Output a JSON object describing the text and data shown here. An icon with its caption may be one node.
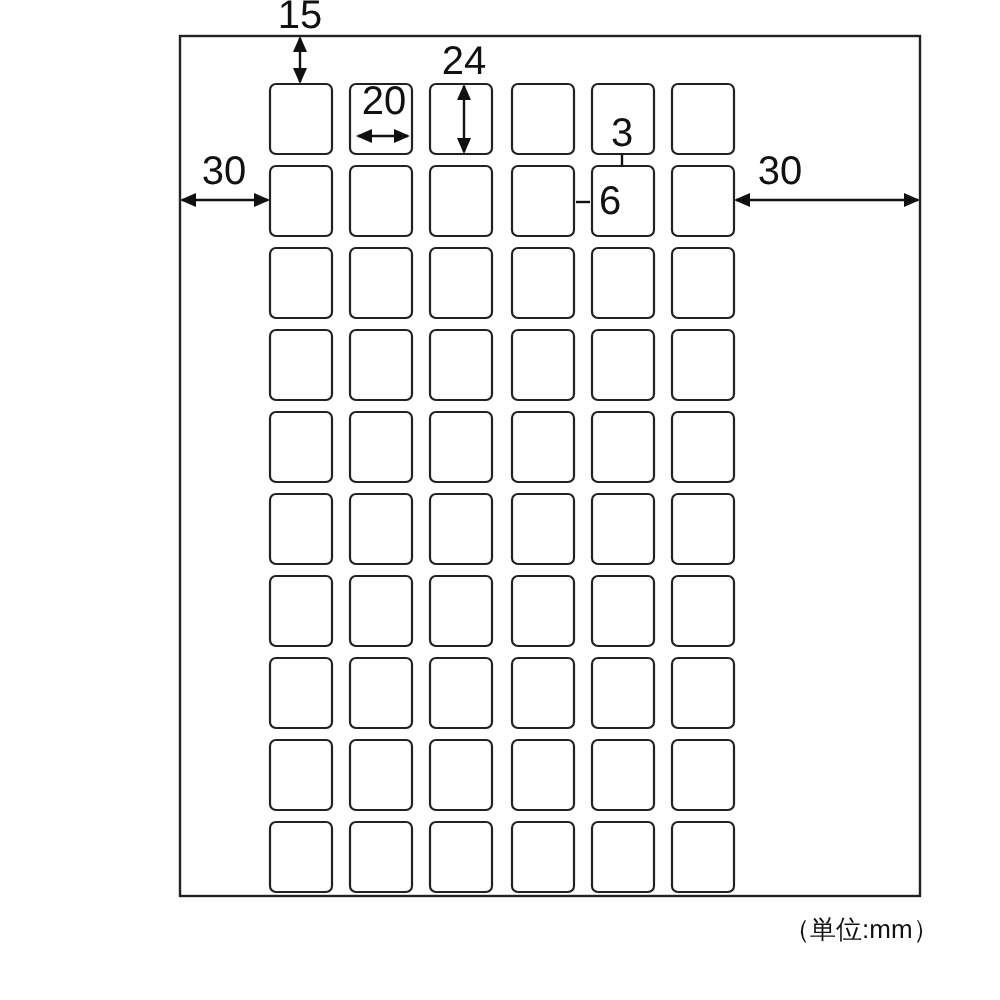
{
  "diagram": {
    "labels": [
      "15",
      "24",
      "20",
      "3",
      "30",
      "6",
      "30",
      "（単位:mm）"
    ]
  }
}
